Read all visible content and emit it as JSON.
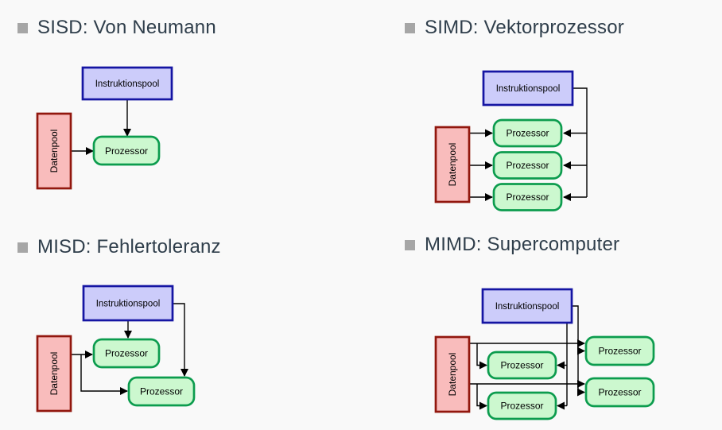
{
  "slide": {
    "background": "#f9f9f9",
    "heading_color": "#2f3e4b",
    "bullet_color": "#a6a6a6"
  },
  "colors": {
    "instruction_pool_fill": "#ccccfa",
    "instruction_pool_border": "#1515a3",
    "data_pool_fill": "#f9bcbc",
    "data_pool_border": "#92170e",
    "processor_fill": "#ccf8cf",
    "processor_border": "#0c9c4e",
    "arrow": "#000000"
  },
  "quadrants": [
    {
      "id": "sisd",
      "title": "SISD: Von Neumann",
      "instruction_pool": "Instruktionspool",
      "data_pool": "Datenpool",
      "processors": [
        "Prozessor"
      ]
    },
    {
      "id": "simd",
      "title": "SIMD: Vektorprozessor",
      "instruction_pool": "Instruktionspool",
      "data_pool": "Datenpool",
      "processors": [
        "Prozessor",
        "Prozessor",
        "Prozessor"
      ]
    },
    {
      "id": "misd",
      "title": "MISD: Fehlertoleranz",
      "instruction_pool": "Instruktionspool",
      "data_pool": "Datenpool",
      "processors": [
        "Prozessor",
        "Prozessor"
      ]
    },
    {
      "id": "mimd",
      "title": "MIMD: Supercomputer",
      "instruction_pool": "Instruktionspool",
      "data_pool": "Datenpool",
      "processors": [
        "Prozessor",
        "Prozessor",
        "Prozessor",
        "Prozessor"
      ]
    }
  ]
}
